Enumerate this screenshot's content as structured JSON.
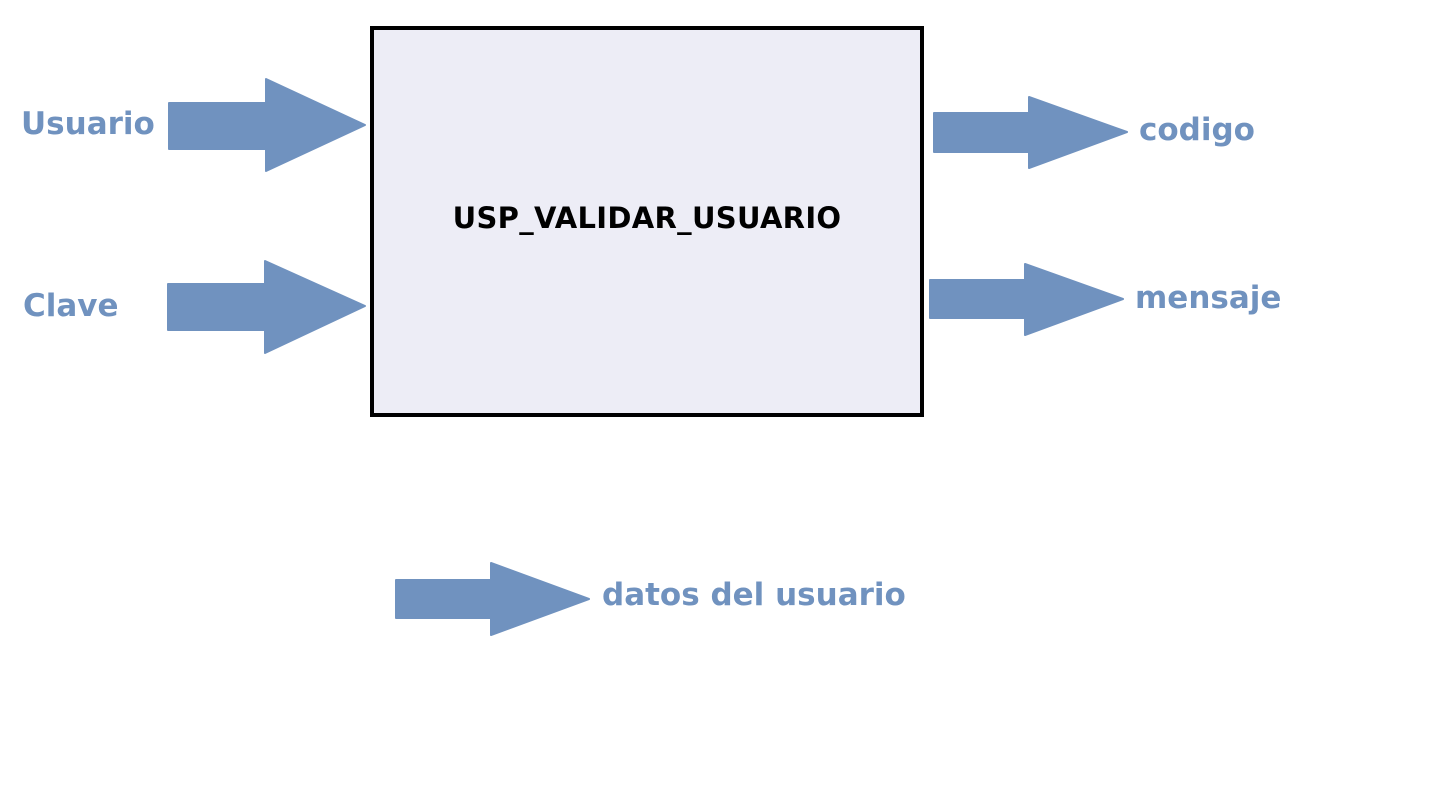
{
  "colors": {
    "arrow": "#7092BF",
    "label": "#7092BF",
    "box_fill": "#EDEDF6",
    "box_border": "#000000",
    "title": "#000000"
  },
  "process": {
    "name": "USP_VALIDAR_USUARIO"
  },
  "inputs": [
    {
      "label": "Usuario",
      "icon": "arrow-right-icon"
    },
    {
      "label": "Clave",
      "icon": "arrow-right-icon"
    }
  ],
  "outputs": [
    {
      "label": "codigo",
      "icon": "arrow-right-icon"
    },
    {
      "label": "mensaje",
      "icon": "arrow-right-icon"
    }
  ],
  "legend": {
    "label": "datos del usuario",
    "icon": "arrow-right-icon"
  }
}
